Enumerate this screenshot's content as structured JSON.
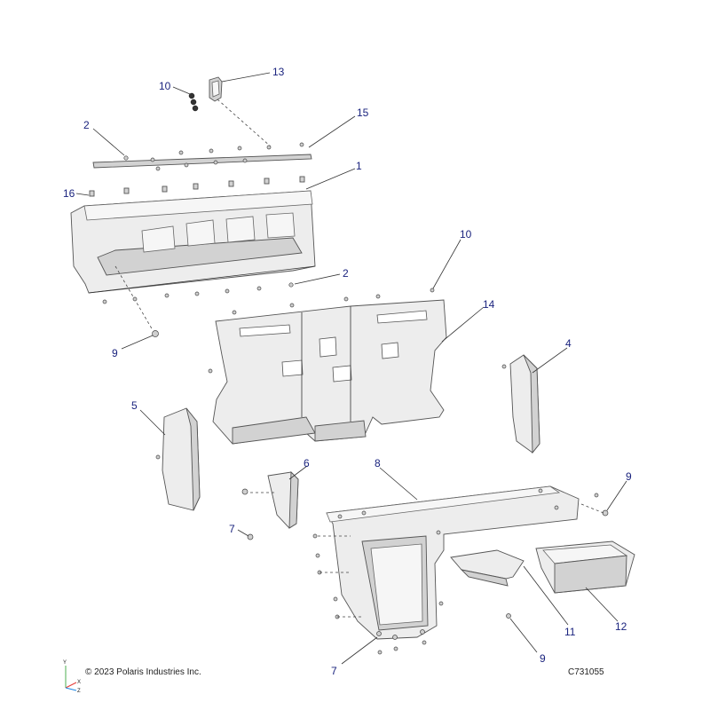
{
  "callouts": [
    {
      "id": "c13",
      "label": "13"
    },
    {
      "id": "c10a",
      "label": "10"
    },
    {
      "id": "c2a",
      "label": "2"
    },
    {
      "id": "c15",
      "label": "15"
    },
    {
      "id": "c1",
      "label": "1"
    },
    {
      "id": "c16",
      "label": "16"
    },
    {
      "id": "c10b",
      "label": "10"
    },
    {
      "id": "c2b",
      "label": "2"
    },
    {
      "id": "c14",
      "label": "14"
    },
    {
      "id": "c9a",
      "label": "9"
    },
    {
      "id": "c4",
      "label": "4"
    },
    {
      "id": "c5",
      "label": "5"
    },
    {
      "id": "c6",
      "label": "6"
    },
    {
      "id": "c8",
      "label": "8"
    },
    {
      "id": "c9b",
      "label": "9"
    },
    {
      "id": "c7a",
      "label": "7"
    },
    {
      "id": "c11",
      "label": "11"
    },
    {
      "id": "c12",
      "label": "12"
    },
    {
      "id": "c9c",
      "label": "9"
    },
    {
      "id": "c7b",
      "label": "7"
    }
  ],
  "copyright": "© 2023 Polaris Industries Inc.",
  "diagram_code": "C731055",
  "axis_labels": {
    "y": "Y",
    "x": "X",
    "z": "Z"
  }
}
